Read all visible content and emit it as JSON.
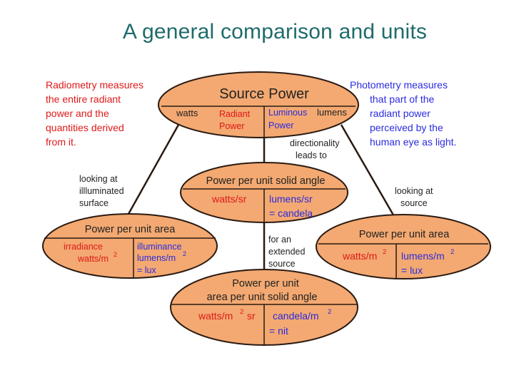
{
  "title": "A general comparison and units",
  "colors": {
    "ellipse_fill": "#f3a971",
    "ellipse_stroke": "#2a1a12",
    "red_text": "#e01818",
    "blue_text": "#2b2be0",
    "black_text": "#222222",
    "title_color": "#1f6b6b"
  },
  "notes": {
    "radiometry": [
      "Radiometry measures",
      "the entire radiant",
      "power and the",
      "quantities derived",
      "from it."
    ],
    "photometry": [
      "Photometry measures",
      "that part of the",
      "radiant  power",
      "perceived by the",
      "human eye as light."
    ],
    "directionality": [
      "directionality",
      "leads to"
    ],
    "looking_illuminated": [
      "looking at",
      "illluminated",
      "surface"
    ],
    "looking_source": [
      "looking at",
      "source"
    ],
    "extended_source": [
      "for an",
      "extended",
      "source"
    ]
  },
  "source_power": {
    "heading": "Source Power",
    "left_unit": "watts",
    "left_quantity": [
      "Radiant",
      "Power"
    ],
    "right_quantity": [
      "Luminous",
      "Power"
    ],
    "right_unit": "lumens"
  },
  "solid_angle": {
    "heading": "Power per unit solid angle",
    "left_unit": "watts/sr",
    "right_unit": [
      "lumens/sr",
      "= candela"
    ]
  },
  "area_left": {
    "heading": "Power per unit area",
    "left_quantity": "irradiance",
    "left_unit": "watts/m",
    "right_quantity": "illuminance",
    "right_unit": "lumens/m",
    "right_unit_2": "= lux",
    "exponent": "2"
  },
  "area_right": {
    "heading": "Power per unit area",
    "left_unit": "watts/m",
    "right_unit": "lumens/m",
    "right_unit_2": "= lux",
    "exponent": "2"
  },
  "area_solid_angle": {
    "heading": [
      "Power per unit",
      "area per unit solid angle"
    ],
    "left_unit": "watts/m",
    "left_unit_suffix": " sr",
    "right_unit": "candela/m",
    "right_unit_2": "= nit",
    "exponent": "2"
  }
}
